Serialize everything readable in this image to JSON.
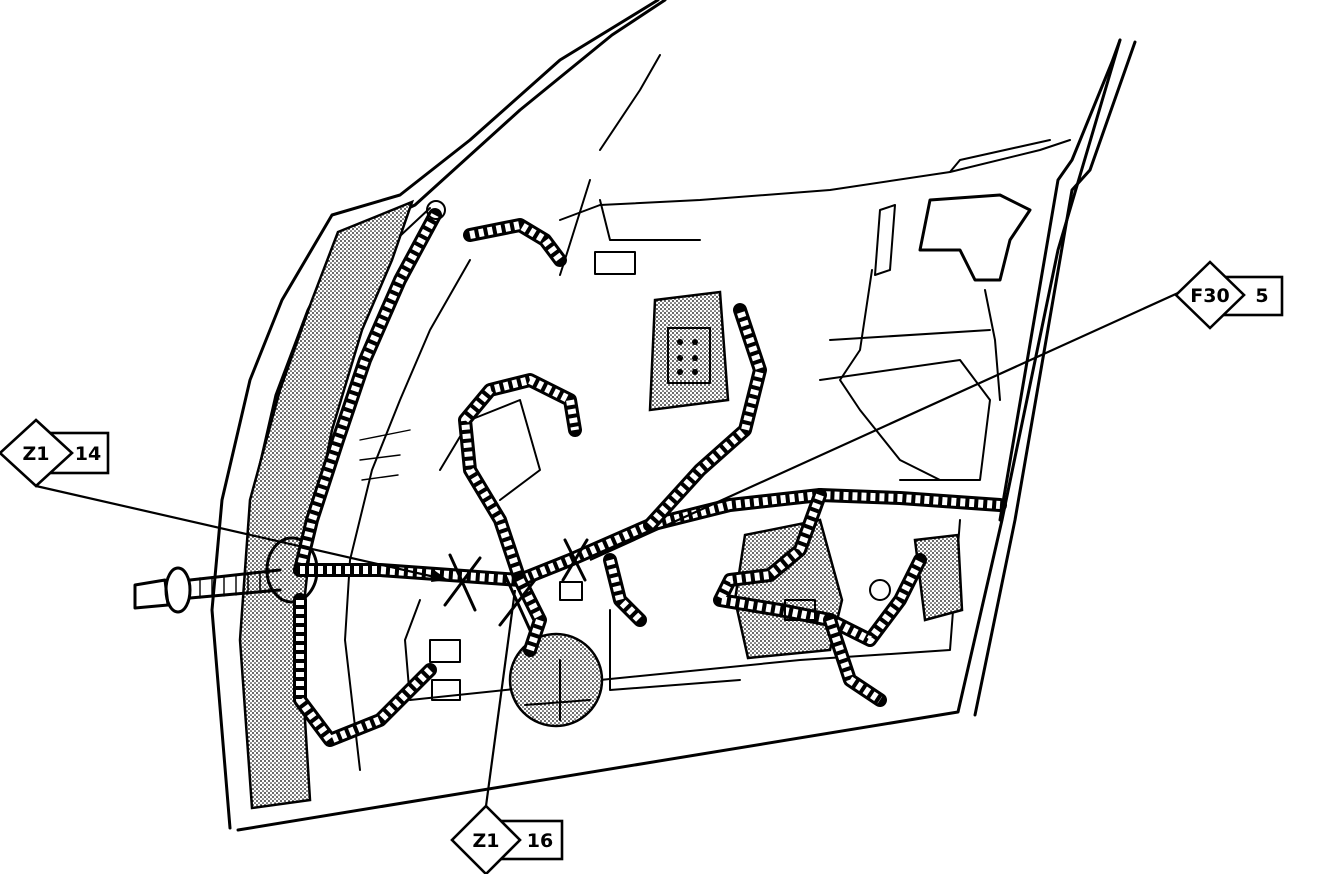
{
  "callouts": [
    {
      "id": "z1-14",
      "code": "Z1",
      "ref": "14"
    },
    {
      "id": "f30-5",
      "code": "F30",
      "ref": "5"
    },
    {
      "id": "z1-16",
      "code": "Z1",
      "ref": "16"
    }
  ]
}
